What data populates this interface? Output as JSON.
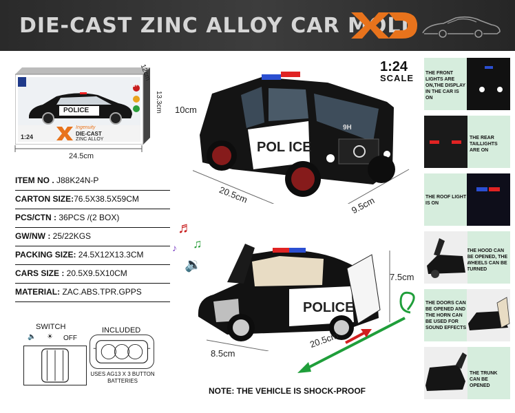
{
  "header": {
    "title": "DIE-CAST ZINC ALLOY CAR MOLD",
    "brand_mark": "XD"
  },
  "box": {
    "police_text": "POLICE",
    "scale": "1:24",
    "brand_line1": "Ingenuity",
    "brand_line2": "DIE-CAST",
    "brand_line3": "ZINC ALLOY",
    "badge_age": "3+",
    "dim_width": "24.5cm",
    "dim_depth": "12cm",
    "dim_height": "13.3cm"
  },
  "specs": [
    {
      "label": "ITEM NO .",
      "value": " J88K24N-P"
    },
    {
      "label": "CARTON SIZE:",
      "value": "76.5X38.5X59CM"
    },
    {
      "label": "PCS/CTN :",
      "value": " 36PCS /(2 BOX)"
    },
    {
      "label": "GW/NW :",
      "value": " 25/22KGS"
    },
    {
      "label": "PACKING SIZE:",
      "value": " 24.5X12X13.3CM"
    },
    {
      "label": "CARS SIZE :",
      "value": " 20.5X9.5X10CM"
    },
    {
      "label": "MATERIAL:",
      "value": "  ZAC.ABS.TPR.GPPS"
    }
  ],
  "switch": {
    "title": "SWITCH",
    "off_label": "OFF"
  },
  "included": {
    "title": "INCLUDED",
    "note": "USES AG13 X 3 BUTTON BATTERIES"
  },
  "main_car": {
    "police_text": "POL ICE",
    "door_text": "9H",
    "height": "10cm",
    "length": "20.5cm",
    "width": "9.5cm"
  },
  "side_car": {
    "police_text": "POLICE",
    "height": "7.5cm",
    "length": "20.5cm",
    "width": "8.5cm"
  },
  "scale": {
    "number": "1:24",
    "word": "SCALE"
  },
  "features": [
    {
      "text": "THE FRONT LIGHTS ARE ON,THE DISPLAY IN THE CAR IS ON"
    },
    {
      "text": "THE REAR TAILLIGHTS ARE ON"
    },
    {
      "text": "THE ROOF LIGHT IS ON"
    },
    {
      "text": "THE HOOD CAN BE OPENED, THE WHEELS CAN BE TURNED"
    },
    {
      "text": "THE DOORS CAN BE OPENED AND THE HORN CAN BE USED FOR SOUND EFFECTS"
    },
    {
      "text": "THE TRUNK CAN BE OPENED"
    }
  ],
  "note": "NOTE: THE VEHICLE IS SHOCK-PROOF",
  "colors": {
    "header_bg": "#333333",
    "brand_orange": "#e8731c",
    "feature_bg": "#d6eddd",
    "arrow_green": "#1f9e3a",
    "arrow_red": "#d11f1f"
  }
}
